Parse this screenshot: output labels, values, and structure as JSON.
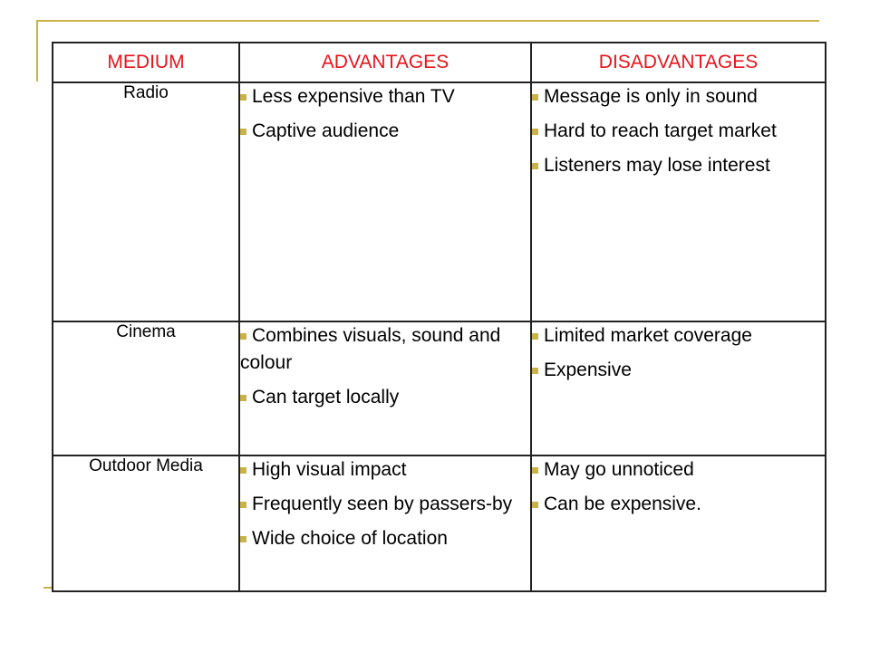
{
  "table": {
    "headers": {
      "medium": "MEDIUM",
      "advantages": "ADVANTAGES",
      "disadvantages": "DISADVANTAGES"
    },
    "rows": [
      {
        "medium": "Radio",
        "advantages": [
          "Less expensive than TV",
          "Captive audience"
        ],
        "disadvantages": [
          "Message is only in sound",
          "Hard to reach target market",
          "Listeners may lose interest"
        ]
      },
      {
        "medium": "Cinema",
        "advantages": [
          "Combines visuals, sound and colour",
          "Can target locally"
        ],
        "disadvantages": [
          "Limited market coverage",
          "Expensive"
        ]
      },
      {
        "medium": "Outdoor Media",
        "advantages": [
          "High visual impact",
          "Frequently seen by passers-by",
          "Wide choice of location"
        ],
        "disadvantages": [
          "May go unnoticed",
          "Can be expensive."
        ]
      }
    ]
  },
  "colors": {
    "header_text": "#e8141b",
    "accent": "#c9b24a"
  }
}
